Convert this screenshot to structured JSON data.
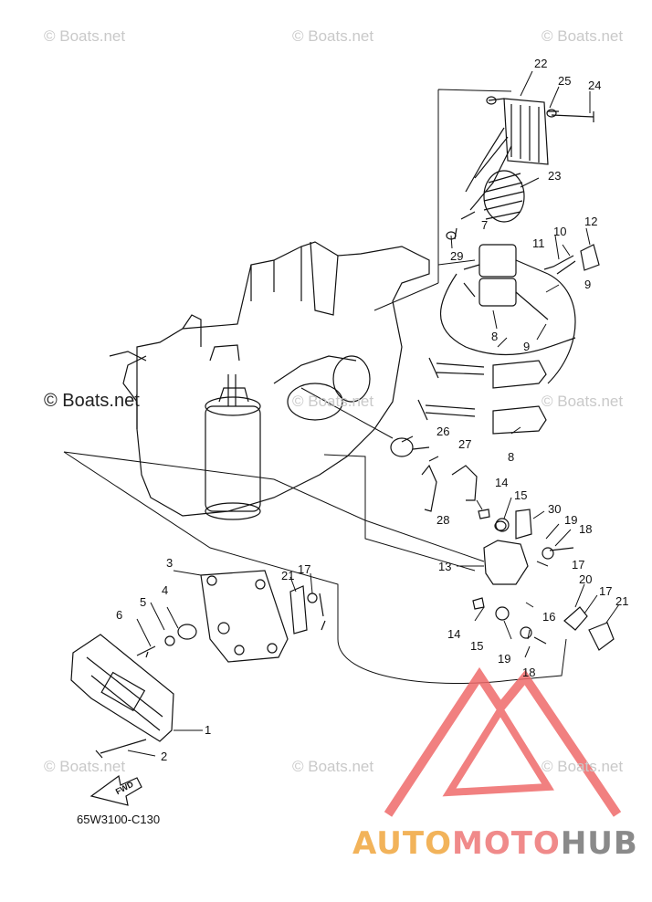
{
  "watermark": {
    "text": "© Boats.net",
    "highlight_text": "© Boats.net"
  },
  "diagram_code": "65W3100-C130",
  "fwd_label": "FWD",
  "brand": {
    "part_a": "AUTO",
    "part_b": "MOTO",
    "part_c": "HUB",
    "colors": {
      "auto": "#f2b35a",
      "moto": "#f08a8a",
      "hub": "#8a8a8a",
      "logo": "#ef6a6a"
    }
  },
  "callouts": {
    "c1": "1",
    "c2": "2",
    "c3": "3",
    "c4": "4",
    "c5": "5",
    "c6": "6",
    "c7": "7",
    "c8a": "8",
    "c8b": "8",
    "c9a": "9",
    "c9b": "9",
    "c10": "10",
    "c11": "11",
    "c12": "12",
    "c13": "13",
    "c14a": "14",
    "c14b": "14",
    "c15a": "15",
    "c15b": "15",
    "c16": "16",
    "c17a": "17",
    "c17b": "17",
    "c17c": "17",
    "c18a": "18",
    "c18b": "18",
    "c19a": "19",
    "c19b": "19",
    "c20": "20",
    "c21a": "21",
    "c21b": "21",
    "c22": "22",
    "c23": "23",
    "c24": "24",
    "c25": "25",
    "c26": "26",
    "c27": "27",
    "c28": "28",
    "c29": "29",
    "c30": "30"
  }
}
